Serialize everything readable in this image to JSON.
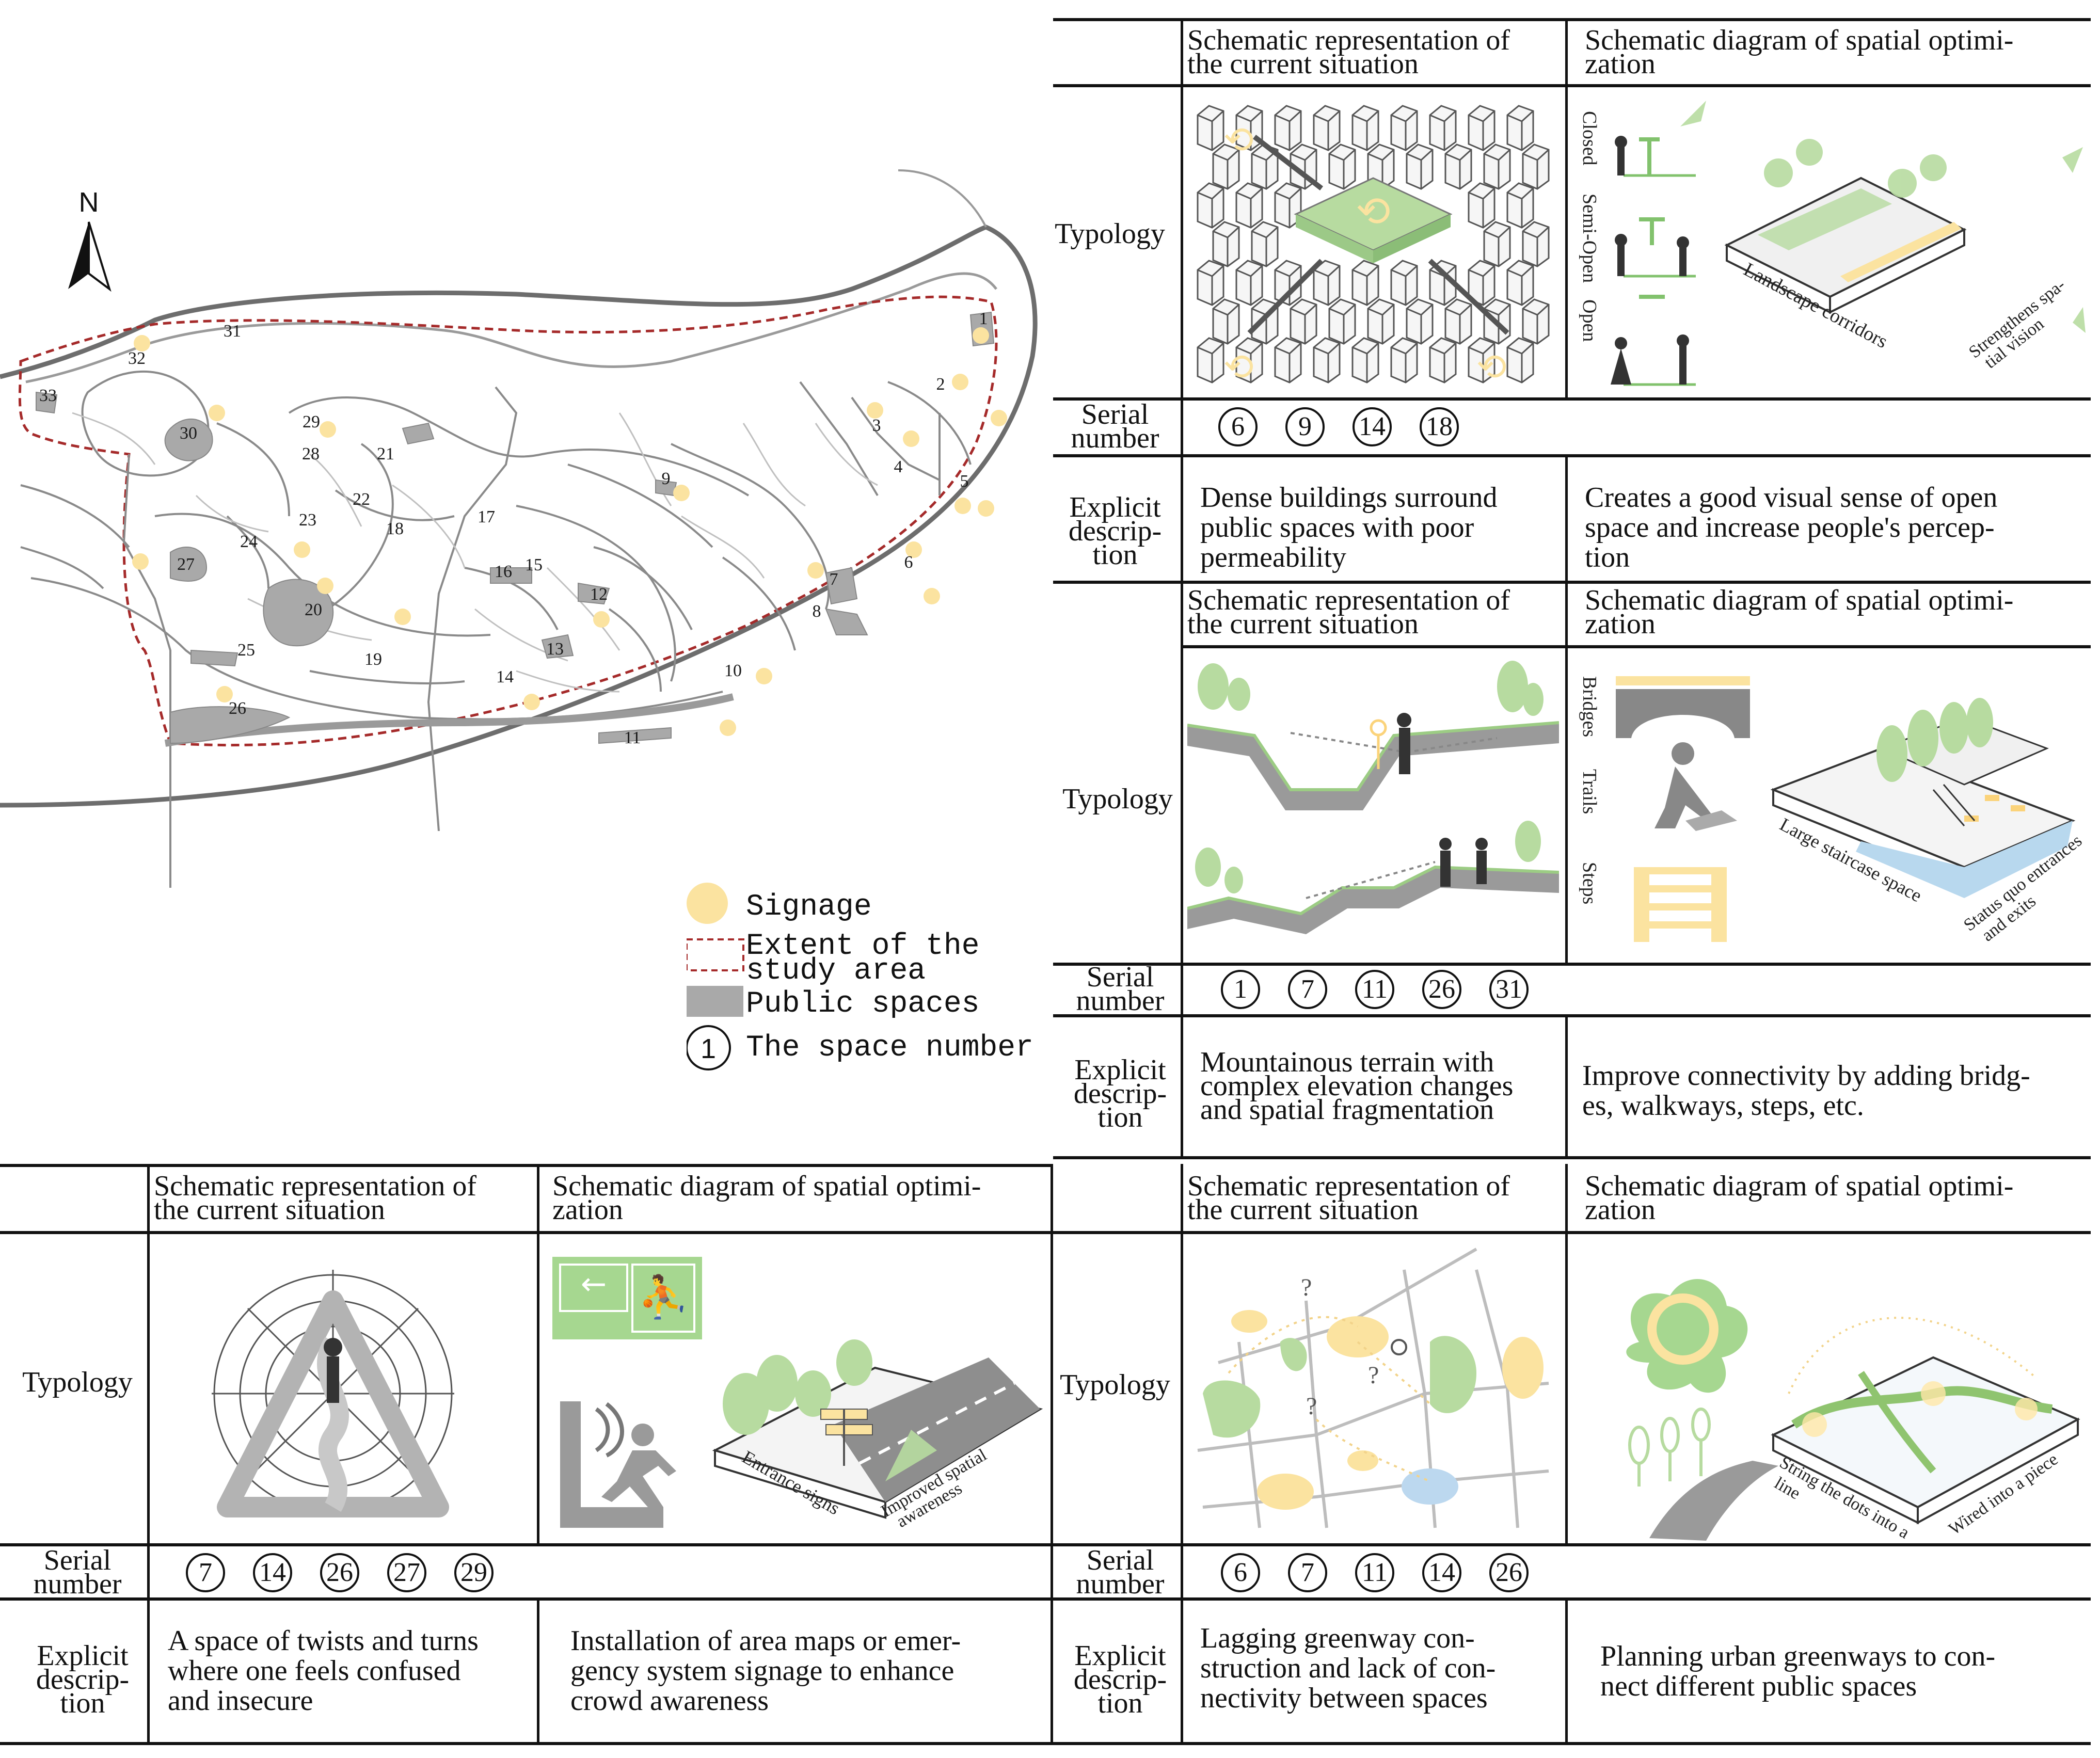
{
  "map": {
    "north_label": "N",
    "space_labels": [
      "1",
      "2",
      "3",
      "4",
      "5",
      "6",
      "7",
      "8",
      "9",
      "10",
      "11",
      "12",
      "13",
      "14",
      "15",
      "16",
      "17",
      "18",
      "19",
      "20",
      "21",
      "22",
      "23",
      "24",
      "25",
      "26",
      "27",
      "28",
      "29",
      "30",
      "31",
      "32",
      "33"
    ],
    "legend": {
      "signage": "Signage",
      "extent": "Extent of the study area",
      "extent_line1": "Extent of the",
      "extent_line2": "study area",
      "public_spaces": "Public spaces",
      "number_symbol": "1",
      "number_text": "The space number"
    },
    "colors": {
      "signage": "#fbe3a0",
      "extent": "#a52a2a",
      "public": "#a9a9a9",
      "roads": "#777777",
      "river": "#666666"
    }
  },
  "headers": {
    "current": "Schematic representation of the current situation",
    "current_l1": "Schematic representation of",
    "current_l2": "the current situation",
    "optimization": "Schematic diagram of spatial optimization",
    "optimization_l1": "Schematic diagram of spatial optimi-",
    "optimization_l2": "zation"
  },
  "row_labels": {
    "typology": "Typology",
    "serial_l1": "Serial",
    "serial_l2": "number",
    "explicit_l1": "Explicit",
    "explicit_l2": "descrip-",
    "explicit_l3": "tion",
    "explicit_b_l2": "descrip-",
    "explicit_b_l3": "tion"
  },
  "panels": [
    {
      "id": "visual-openness",
      "serials": [
        "6",
        "9",
        "14",
        "18"
      ],
      "current_desc": [
        "Dense buildings surround",
        "public spaces with poor",
        "permeability"
      ],
      "optimization_desc": [
        "Creates a good visual sense of open",
        "space and increase people's percep-",
        "tion"
      ],
      "illu_labels": {
        "closed": "Closed",
        "semi_open": "Semi-Open",
        "open": "Open",
        "corridor": "Landscape corridors",
        "vision_1": "Strengthens spa-",
        "vision_2": "tial vision"
      }
    },
    {
      "id": "terrain-connectivity",
      "serials": [
        "1",
        "7",
        "11",
        "26",
        "31"
      ],
      "current_desc": [
        "Mountainous terrain with",
        "complex elevation changes",
        "and spatial fragmentation"
      ],
      "optimization_desc": [
        "Improve connectivity by adding bridg-",
        "es, walkways, steps, etc."
      ],
      "illu_labels": {
        "bridges": "Bridges",
        "trails": "Trails",
        "steps": "Steps",
        "staircase": "Large staircase space",
        "entrances_1": "Status quo entrances",
        "entrances_2": "and exits"
      }
    },
    {
      "id": "wayfinding",
      "serials": [
        "7",
        "14",
        "26",
        "27",
        "29"
      ],
      "current_desc": [
        "A space of twists and turns",
        "where one feels confused",
        "and insecure"
      ],
      "optimization_desc": [
        "Installation of area maps or emer-",
        "gency system signage to enhance",
        "crowd awareness"
      ],
      "illu_labels": {
        "entrance_signs": "Entrance signs",
        "awareness_1": "Improved spatial",
        "awareness_2": "awareness"
      }
    },
    {
      "id": "greenway",
      "serials": [
        "6",
        "7",
        "11",
        "14",
        "26"
      ],
      "current_desc": [
        "Lagging greenway con-",
        "struction and lack of con-",
        "nectivity between spaces"
      ],
      "optimization_desc": [
        "Planning urban greenways to con-",
        "nect different public spaces"
      ],
      "illu_labels": {
        "question": "?",
        "string_1": "String the dots into a",
        "string_2": "line",
        "wired": "Wired into a piece"
      }
    }
  ]
}
